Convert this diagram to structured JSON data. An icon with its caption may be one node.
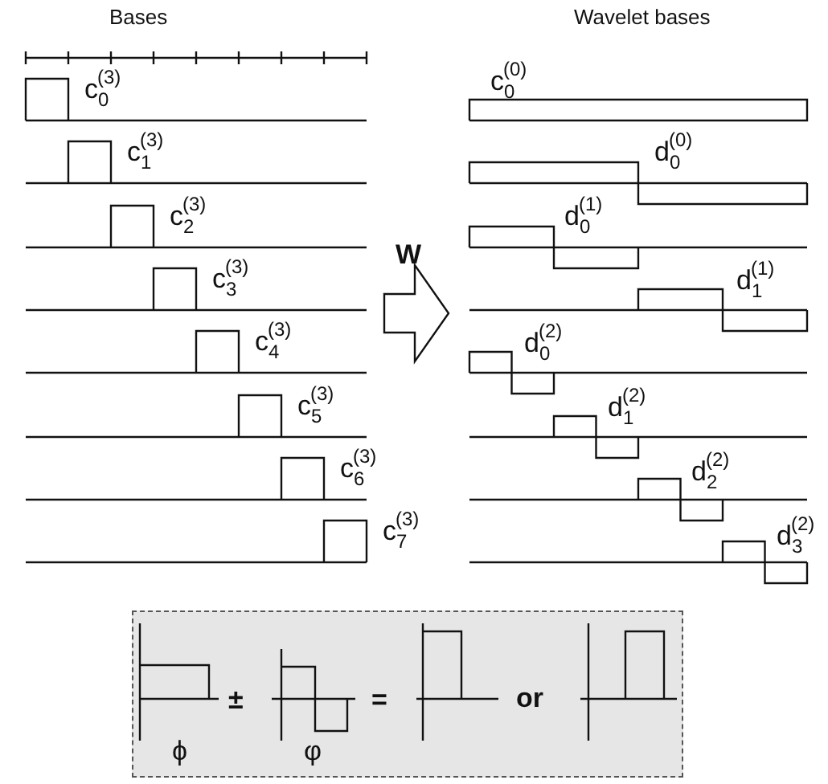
{
  "diagram": {
    "nodes": [
      {
        "text": [
          "ϕ",
          "±",
          "φ",
          "=",
          "or"
        ]
      }
    ],
    "labels": [
      "Bases",
      "Wavelet bases",
      "c$_{0}$$^{(3)}$",
      "c$_{1}$$^{(3)}$",
      "c$_{2}$$^{(3)}$",
      "c$_{3}$$^{(3)}$",
      "c$_{4}$$^{(3)}$",
      "c$_{5}$$^{(3)}$",
      "c$_{6}$$^{(3)}$",
      "c$_{7}$$^{(3)}$",
      "W",
      "c$_{0}$$^{(0)}$",
      "d$_{0}$$^{(0)}$",
      "d$_{0}$$^{(1)}$",
      "d$_{1}$$^{(1)}$",
      "d$_{0}$$^{(2)}$",
      "d$_{1}$$^{(2)}$",
      "d$_{2}$$^{(2)}$",
      "d$_{3}$$^{(2)}$"
    ]
  }
}
